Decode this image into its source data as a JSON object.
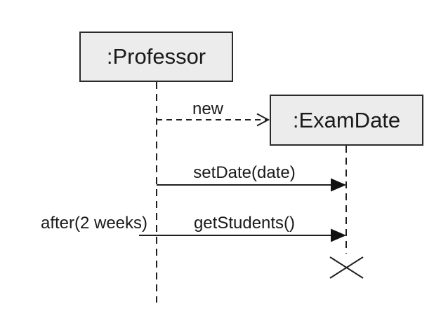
{
  "diagram": {
    "type": "uml-sequence-diagram",
    "colors": {
      "background": "#ffffff",
      "object_box_fill": "#ececec",
      "object_box_border": "#2b2b2b",
      "line": "#1f1f1f",
      "text": "#1a1a1a",
      "destruction_x": "#3c3c3c"
    },
    "objects": [
      {
        "id": "professor",
        "label": ":Professor"
      },
      {
        "id": "examdate",
        "label": ":ExamDate",
        "created_in_diagram": true,
        "destroyed_in_diagram": true
      }
    ],
    "messages": [
      {
        "name": "new",
        "from": "professor",
        "to": "examdate",
        "line": "dashed",
        "arrowhead": "open",
        "kind": "create"
      },
      {
        "name": "setDate(date)",
        "from": "professor",
        "to": "examdate",
        "line": "solid",
        "arrowhead": "filled",
        "kind": "call"
      },
      {
        "name": "getStudents()",
        "from": "professor",
        "to": "examdate",
        "line": "solid",
        "arrowhead": "filled",
        "kind": "call",
        "constraint": "after(2 weeks)"
      }
    ],
    "destruction_marker": {
      "on": "examdate",
      "symbol": "X"
    }
  }
}
